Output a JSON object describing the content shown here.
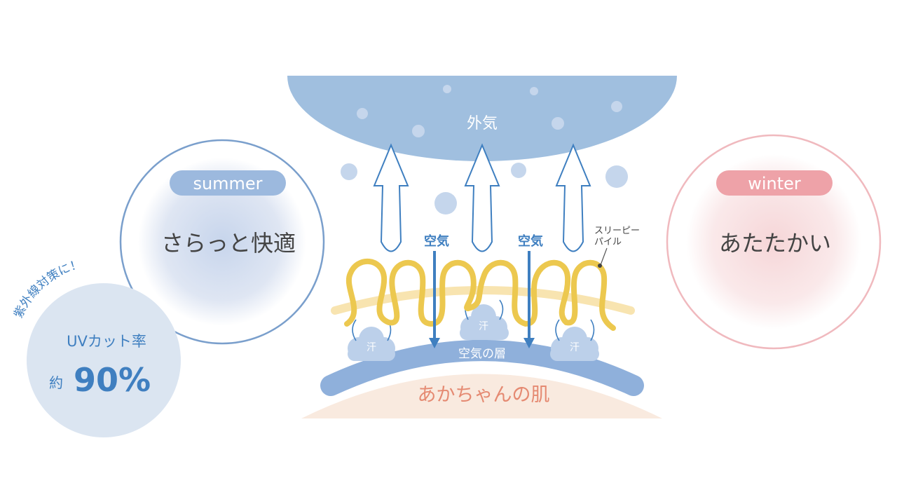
{
  "outside_air": "外気",
  "summer": {
    "badge": "summer",
    "title": "さらっと快適"
  },
  "winter": {
    "badge": "winter",
    "title": "あたたかい"
  },
  "uv": {
    "arc_label": "紫外線対策に！",
    "label": "UVカット率",
    "prefix": "約",
    "value": "90%"
  },
  "air_labels": [
    "空気",
    "空気"
  ],
  "pile_label_line1": "スリーピー",
  "pile_label_line2": "パイル",
  "sweat": [
    "汗",
    "汗",
    "汗"
  ],
  "air_layer": "空気の層",
  "skin": "あかちゃんの肌",
  "colors": {
    "blue": "#3f7fc0",
    "light_blue": "#a0bfdf",
    "pink": "#eea2a8",
    "yellow": "#ecc84f",
    "skin": "#f9eadf",
    "skin_text": "#e58a72"
  }
}
